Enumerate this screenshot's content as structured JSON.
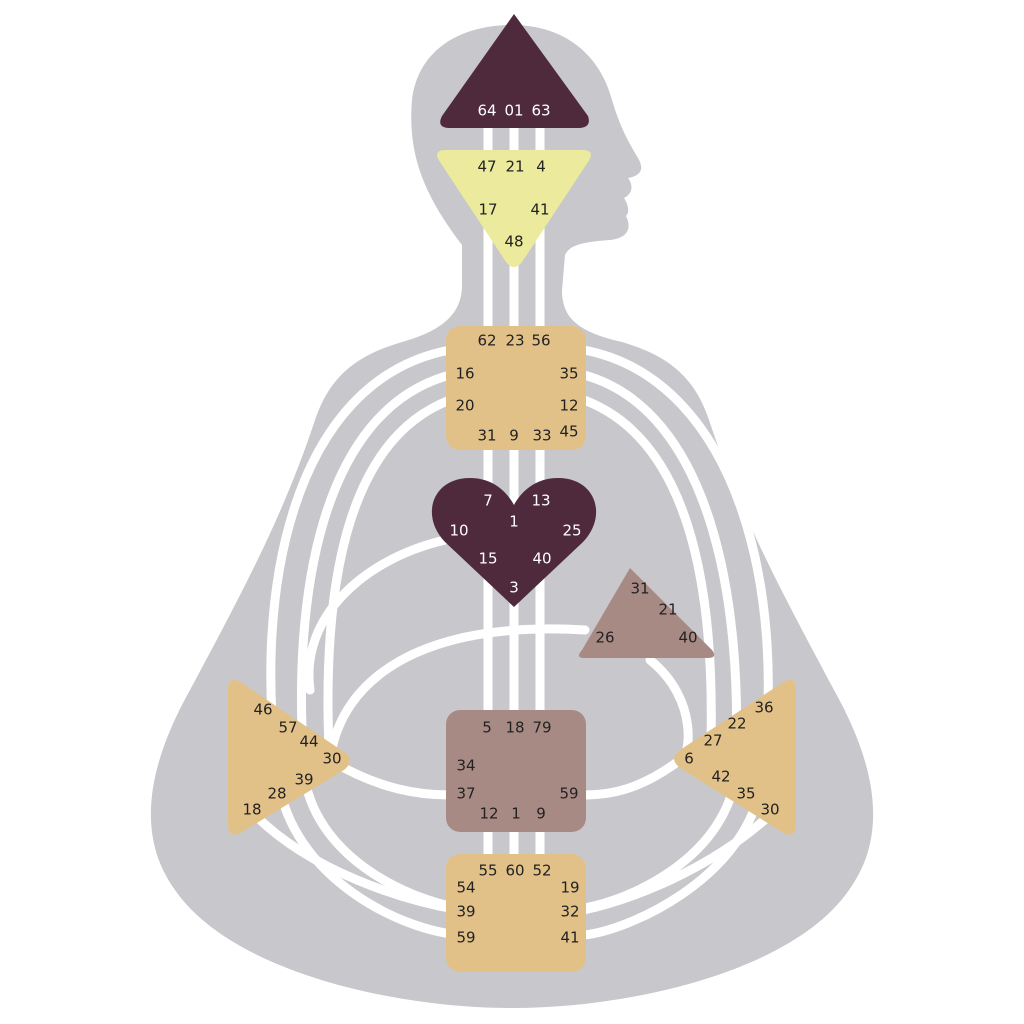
{
  "colors": {
    "background": "#ffffff",
    "body_silhouette": "#c8c8cc",
    "channel": "#ffffff",
    "head_center": "#4e2a3c",
    "ajna_center": "#ecea9c",
    "gold_center": "#e2c188",
    "heart_center": "#4e2a3c",
    "ego_center": "#a88a85",
    "sacral_center": "#a88a85",
    "dark_text": "#ffffff",
    "light_text": "#222222"
  },
  "centers": {
    "head": {
      "gates": [
        "64",
        "01",
        "63"
      ]
    },
    "ajna": {
      "gates": [
        "47",
        "21",
        "4",
        "17",
        "41",
        "48"
      ]
    },
    "throat": {
      "gates": [
        "62",
        "23",
        "56",
        "16",
        "35",
        "20",
        "12",
        "31",
        "9",
        "33",
        "45"
      ]
    },
    "g_center": {
      "gates": [
        "7",
        "13",
        "1",
        "10",
        "25",
        "15",
        "40",
        "3"
      ]
    },
    "ego": {
      "gates": [
        "31",
        "21",
        "26",
        "40"
      ]
    },
    "spleen": {
      "gates": [
        "46",
        "57",
        "44",
        "30",
        "39",
        "28",
        "18"
      ]
    },
    "sacral": {
      "gates": [
        "5",
        "18",
        "79",
        "34",
        "37",
        "59",
        "12",
        "1",
        "9"
      ]
    },
    "solar_plexus": {
      "gates": [
        "36",
        "22",
        "27",
        "6",
        "42",
        "35",
        "30"
      ]
    },
    "root": {
      "gates": [
        "55",
        "60",
        "52",
        "54",
        "19",
        "39",
        "32",
        "59",
        "41"
      ]
    }
  }
}
